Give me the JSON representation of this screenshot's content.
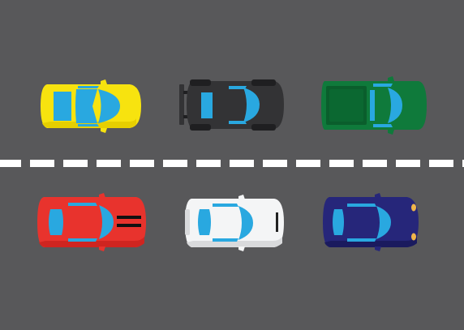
{
  "scene": {
    "road_color": "#58585a",
    "lane_marking_color": "#ffffff",
    "window_color": "#29a8e0"
  },
  "cars": [
    {
      "id": "yellow-sports-car",
      "body_color": "#f7e30f",
      "shade_color": "#e6cf00",
      "icon": "sports-car-icon"
    },
    {
      "id": "black-race-car",
      "body_color": "#333335",
      "shade_color": "#1f1f21",
      "icon": "race-car-icon"
    },
    {
      "id": "green-pickup-truck",
      "body_color": "#0f7a3b",
      "shade_color": "#0a5e2c",
      "icon": "pickup-truck-icon"
    },
    {
      "id": "red-hatchback",
      "body_color": "#e8332d",
      "shade_color": "#cf2520",
      "icon": "hatchback-icon"
    },
    {
      "id": "white-sedan",
      "body_color": "#f4f5f6",
      "shade_color": "#d9dadc",
      "icon": "sedan-icon"
    },
    {
      "id": "navy-compact-car",
      "body_color": "#26267a",
      "shade_color": "#1a1a5e",
      "headlight_color": "#f0b64a",
      "icon": "compact-car-icon"
    }
  ]
}
